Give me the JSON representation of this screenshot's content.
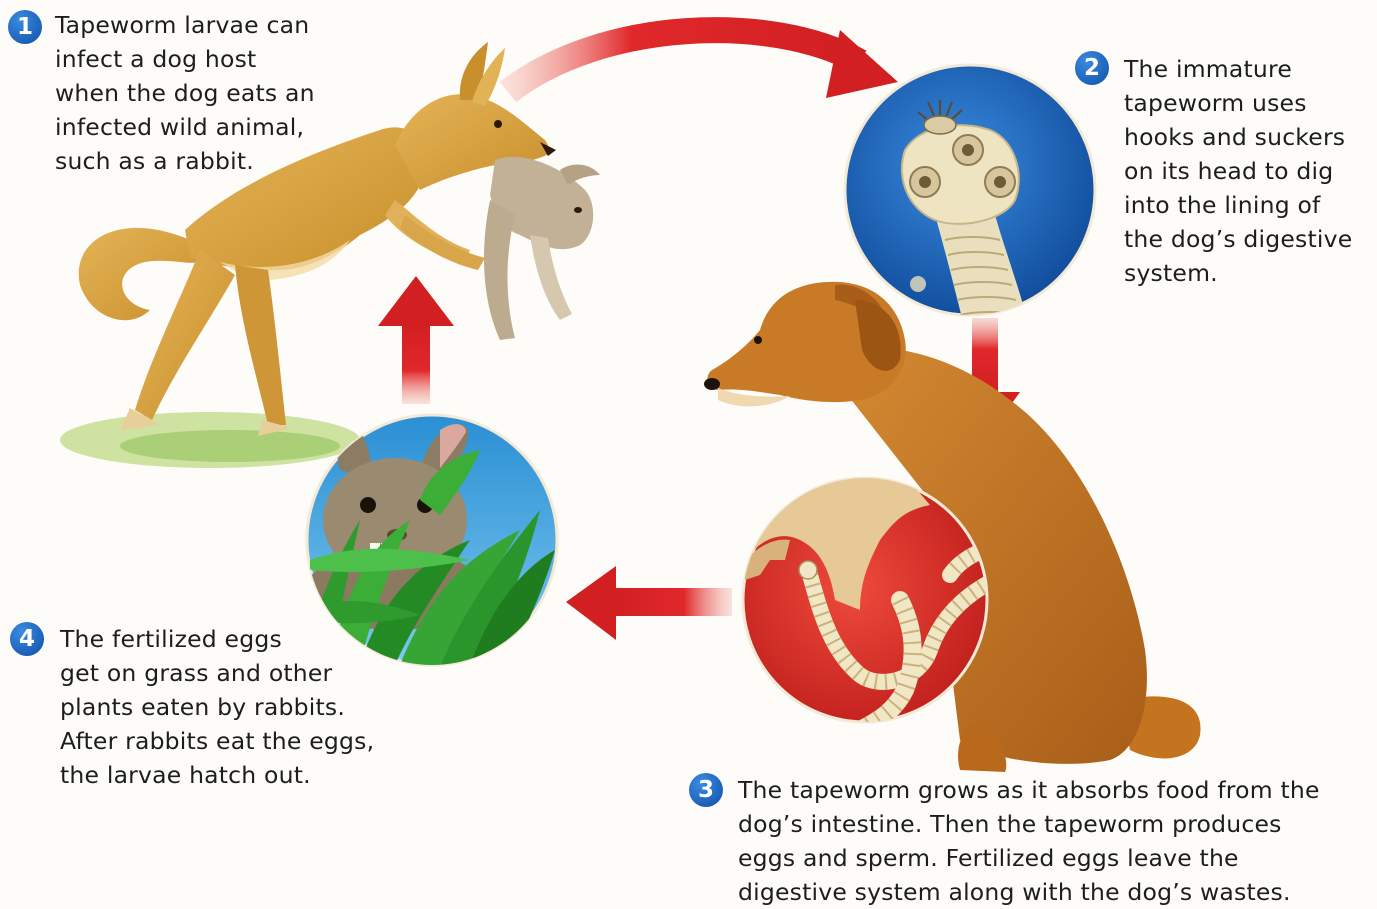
{
  "steps": [
    {
      "number": "1",
      "lines": [
        "Tapeworm larvae can",
        "infect a dog host",
        "when the dog eats an",
        "infected wild animal,",
        "such as a rabbit."
      ]
    },
    {
      "number": "2",
      "lines": [
        "The immature",
        "tapeworm uses",
        "hooks and suckers",
        "on its head to dig",
        "into the lining of",
        "the dog’s digestive",
        "system."
      ]
    },
    {
      "number": "3",
      "lines": [
        "The tapeworm grows as it absorbs food from the",
        "dog’s intestine. Then the tapeworm produces",
        "eggs and sperm. Fertilized eggs leave the",
        "digestive system along with the dog’s wastes."
      ]
    },
    {
      "number": "4",
      "lines": [
        "The fertilized eggs",
        "get on grass and other",
        "plants eaten by rabbits.",
        "After rabbits eat the eggs,",
        "the larvae hatch out."
      ]
    }
  ],
  "colors": {
    "badge": "#1f6fc9",
    "arrow": "#e0282b",
    "dog_coat": "#d9a23c",
    "sitting_dog_coat": "#c6741f",
    "rabbit_fur": "#b7a58a",
    "grass": "#2f9a2e",
    "head_inset_bg": "#1f6fc2",
    "intestine_red": "#e2352d",
    "tapeworm": "#f2e7c4"
  }
}
